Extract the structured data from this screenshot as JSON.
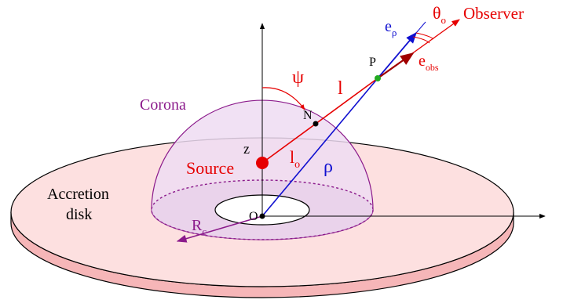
{
  "labels": {
    "corona": "Corona",
    "accretion_line1": "Accretion",
    "accretion_line2": "disk",
    "source": "Source",
    "observer": "Observer",
    "psi": "ψ",
    "l": "l",
    "l_o_main": "l",
    "l_o_sub": "o",
    "rho": "ρ",
    "e_rho_main": "e",
    "e_rho_sub": "ρ",
    "e_obs_main": "e",
    "e_obs_sub": "obs",
    "theta_o_main": "θ",
    "theta_o_sub": "o",
    "point_P": "P",
    "point_N": "N",
    "point_O": "O",
    "point_z": "z",
    "R_c_main": "R",
    "R_c_sub": "c"
  },
  "colors": {
    "disk_top": "#fde0e0",
    "disk_side": "#f6b6b8",
    "disk_stroke": "#000000",
    "corona_fill": "#efdcf2",
    "corona_inner": "#e3cbe8",
    "corona_stroke": "#8b1a8b",
    "red": "#e60000",
    "blue": "#1010d0",
    "green": "#22aa22",
    "black": "#000000"
  }
}
